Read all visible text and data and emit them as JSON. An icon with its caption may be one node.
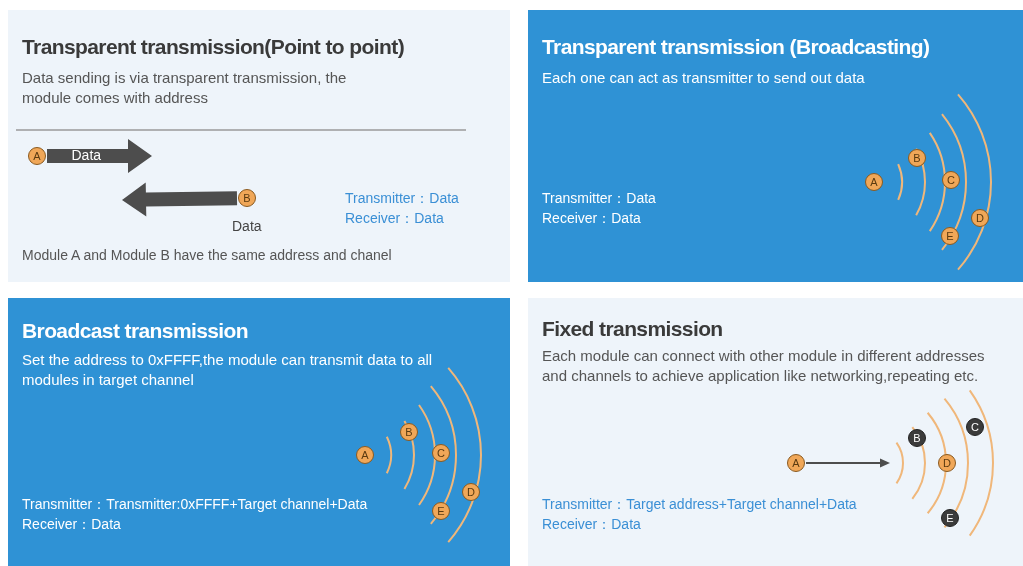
{
  "diagram": {
    "nodes": [
      {
        "text": [
          "Transparent transmission(Point to point)",
          "Data sending is via transparent transmission, the module comes with address",
          "Transmitter：Data",
          "Receiver：Data",
          "Module A and Module B have the same address and chanel"
        ]
      },
      {
        "text": [
          "A"
        ],
        "in": 0
      },
      {
        "text": [
          "B"
        ],
        "in": 0,
        "beside": [
          "Data"
        ]
      },
      {
        "text": [
          "Transparent transmission (Broadcasting)",
          "Each one can act as transmitter to send out data",
          "Transmitter：Data",
          "Receiver：Data"
        ]
      },
      {
        "text": [
          "A"
        ],
        "in": 3
      },
      {
        "text": [
          "B"
        ],
        "in": 3
      },
      {
        "text": [
          "C"
        ],
        "in": 3
      },
      {
        "text": [
          "D"
        ],
        "in": 3
      },
      {
        "text": [
          "E"
        ],
        "in": 3
      },
      {
        "text": [
          "Broadcast transmission",
          "Set the address to 0xFFFF,the module can transmit data to all modules in target channel",
          "Transmitter：Transmitter:0xFFFF+Target channel+Data",
          "Receiver：Data"
        ]
      },
      {
        "text": [
          "A"
        ],
        "in": 9
      },
      {
        "text": [
          "B"
        ],
        "in": 9
      },
      {
        "text": [
          "C"
        ],
        "in": 9
      },
      {
        "text": [
          "D"
        ],
        "in": 9
      },
      {
        "text": [
          "E"
        ],
        "in": 9
      },
      {
        "text": [
          "Fixed transmission",
          "Each module can connect with other module in different addresses and channels to achieve application like networking,repeating etc.",
          "Transmitter：Target address+Target channel+Data",
          "Receiver：Data"
        ]
      },
      {
        "text": [
          "A"
        ],
        "in": 15
      },
      {
        "text": [
          "B"
        ],
        "in": 15
      },
      {
        "text": [
          "C"
        ],
        "in": 15
      },
      {
        "text": [
          "D"
        ],
        "in": 15
      },
      {
        "text": [
          "E"
        ],
        "in": 15
      }
    ],
    "edges": [
      {
        "from": 1,
        "to": null,
        "arrow": "to",
        "label": "Data",
        "style": "thick"
      },
      {
        "from": 2,
        "to": null,
        "arrow": "to",
        "style": "thick"
      },
      {
        "from": 16,
        "to": null,
        "arrow": "to"
      }
    ]
  }
}
